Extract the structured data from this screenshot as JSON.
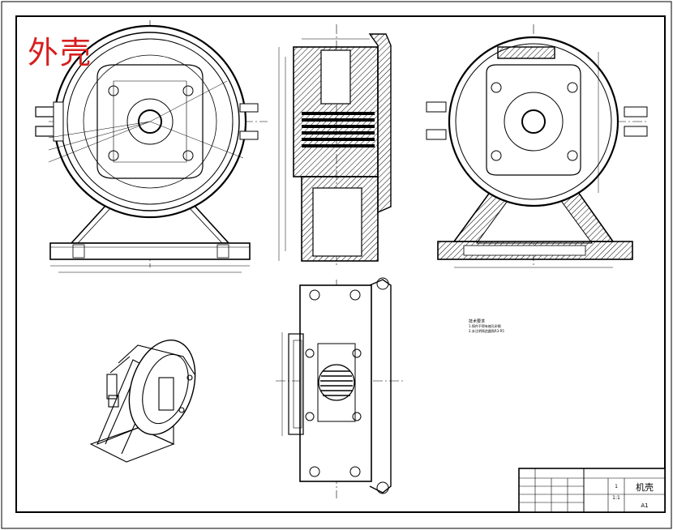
{
  "drawing": {
    "stamp_title": "外壳",
    "title_block": {
      "part_name": "机壳",
      "sheet_size": "A1",
      "scale": "1:1",
      "quantity": "1"
    },
    "notes": {
      "heading": "技术要求",
      "lines": [
        "1.铸件不得有缩孔砂眼",
        "2.未注明铸造圆角R3-R5"
      ]
    },
    "colors": {
      "line": "#000000",
      "stamp": "#d61f1f",
      "paper": "#ffffff"
    }
  }
}
